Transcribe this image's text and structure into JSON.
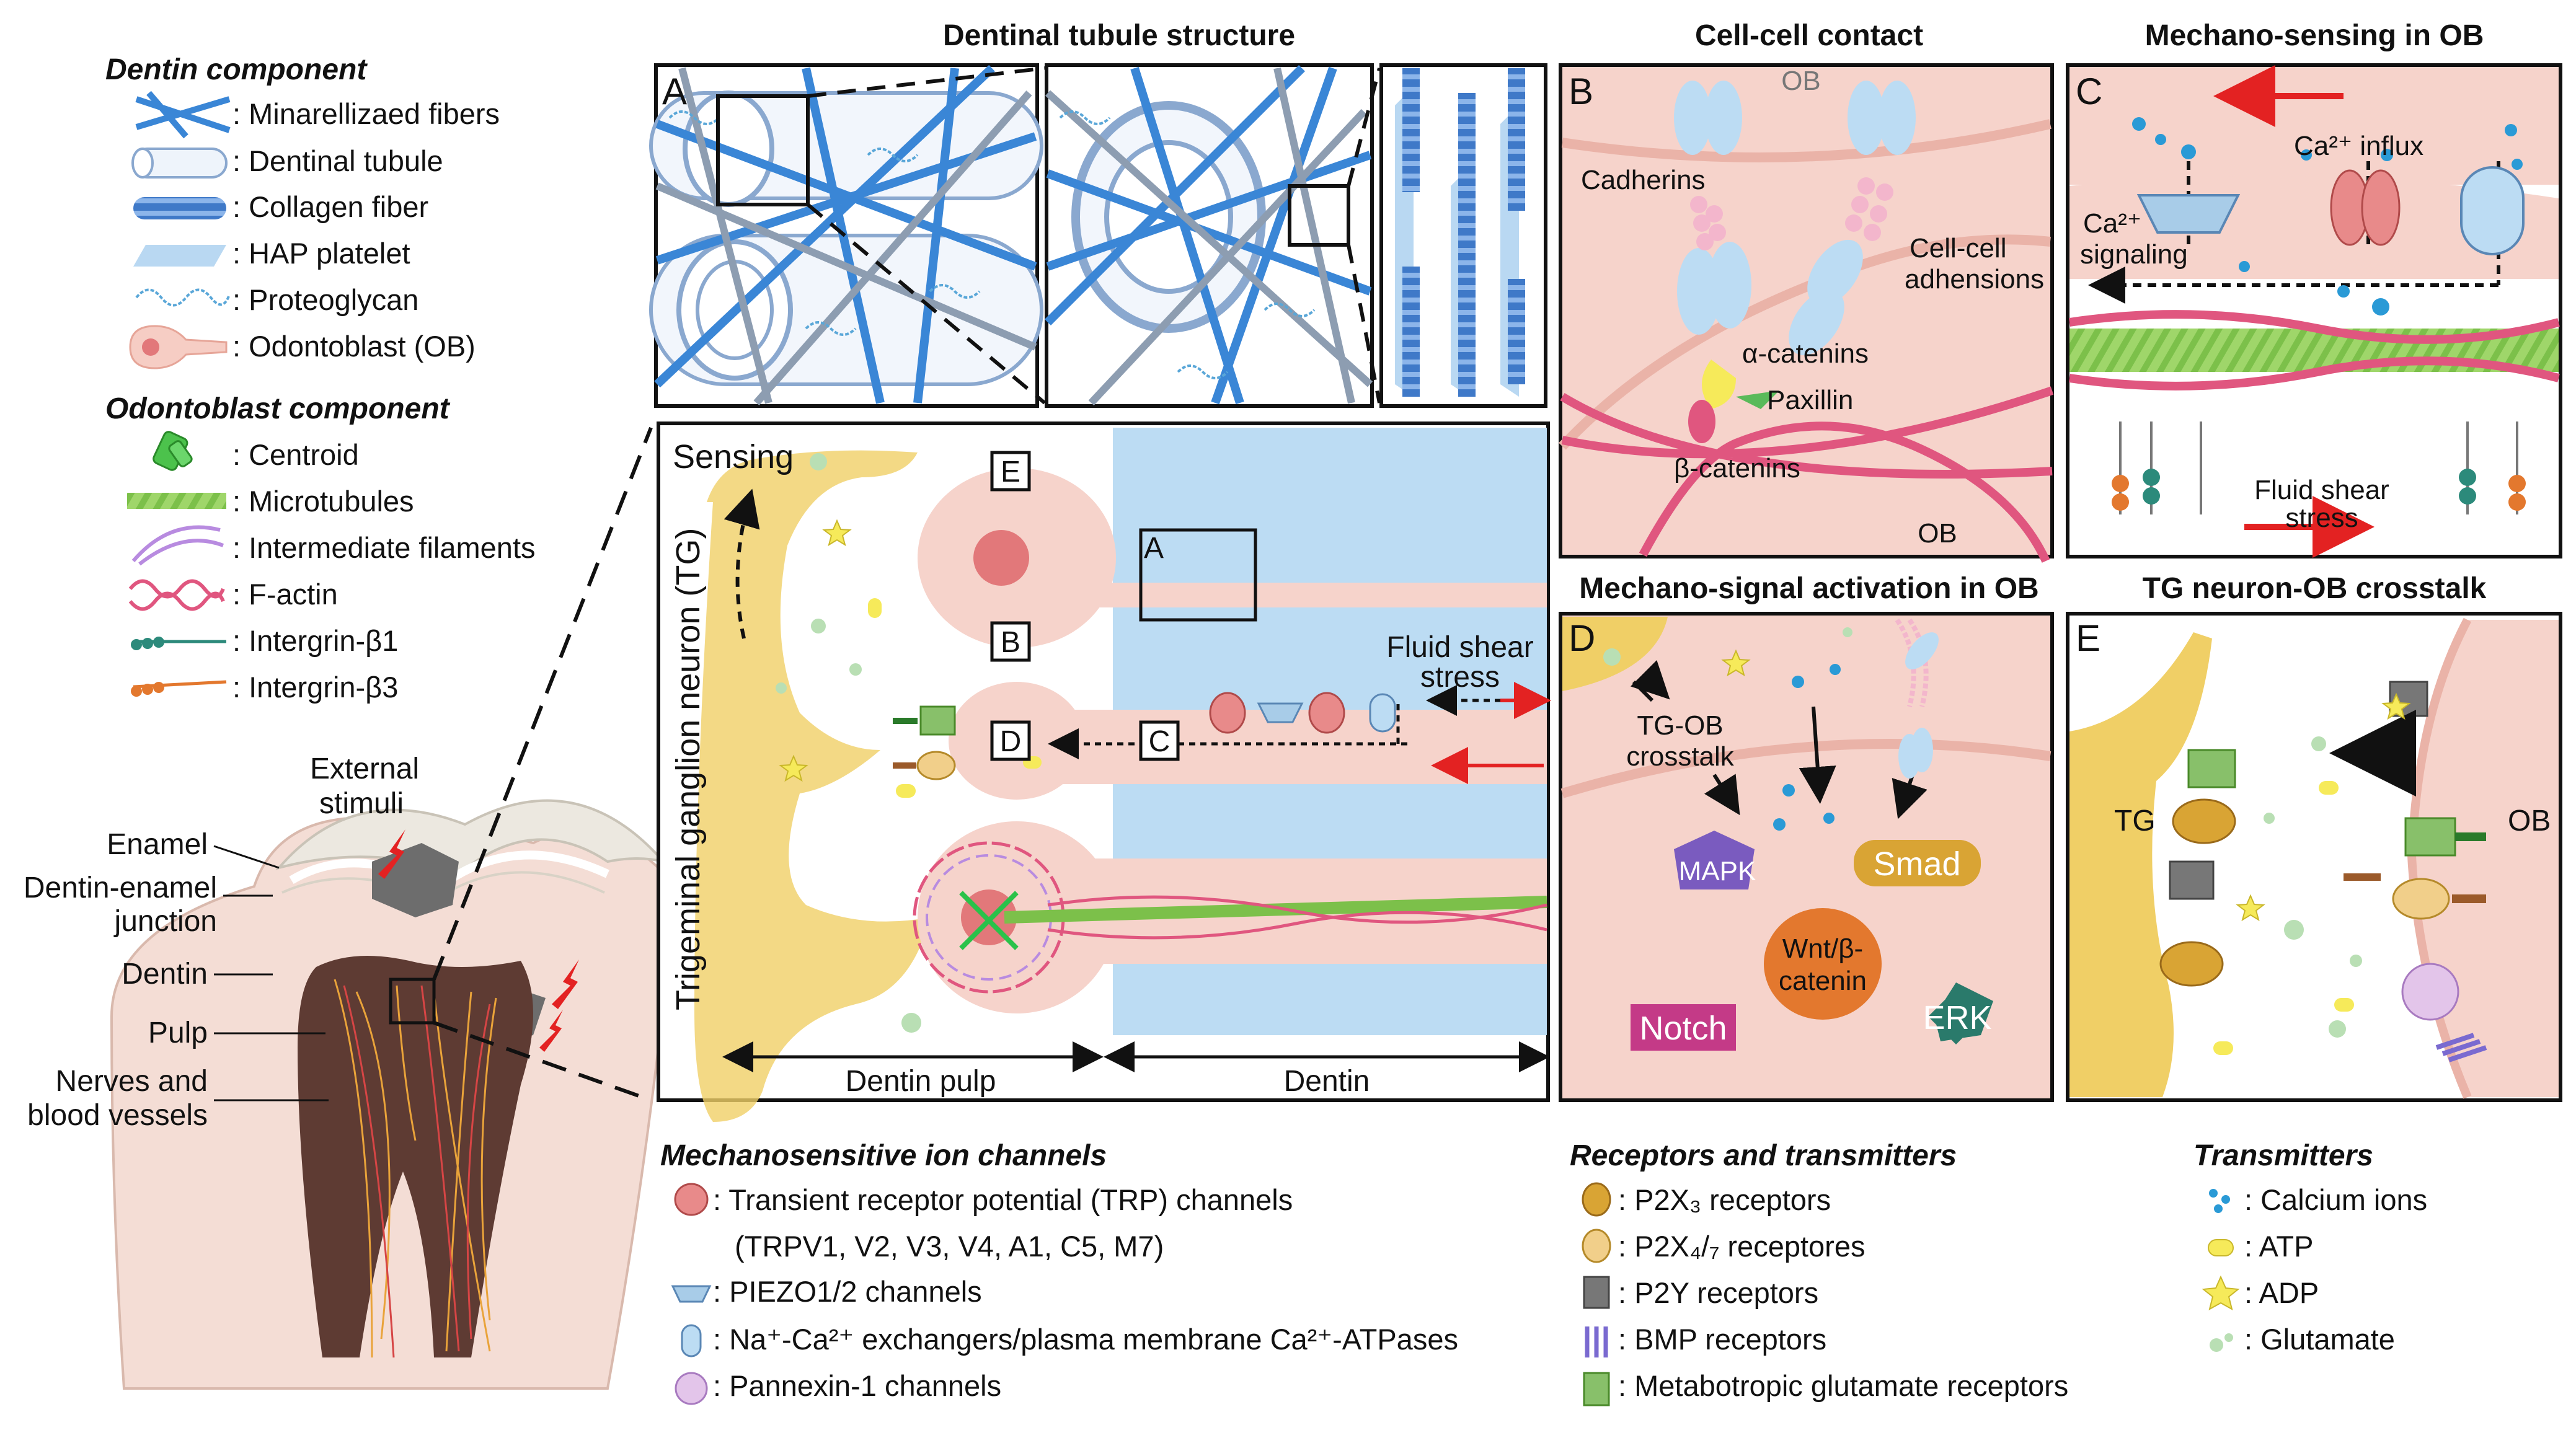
{
  "legend_dentin": {
    "title": "Dentin component",
    "items": [
      ": Minarellizaed fibers",
      ": Dentinal tubule",
      ": Collagen fiber",
      ": HAP platelet",
      ": Proteoglycan",
      ": Odontoblast (OB)"
    ]
  },
  "legend_odonto": {
    "title": "Odontoblast component",
    "items": [
      ": Centroid",
      ": Microtubules",
      ": Intermediate filaments",
      ": F-actin",
      ": Intergrin-β1",
      ": Intergrin-β3"
    ]
  },
  "tooth": {
    "external_stimuli": [
      "External",
      "stimuli"
    ],
    "labels": [
      "Enamel",
      "Dentin-enamel",
      "junction",
      "Dentin",
      "Pulp",
      "Nerves and",
      "blood vessels"
    ]
  },
  "panel_titles": {
    "tubule": "Dentinal tubule structure",
    "contact": "Cell-cell contact",
    "sensing": "Mechano-sensing in OB",
    "activation": "Mechano-signal activation in OB",
    "crosstalk": "TG neuron-OB crosstalk"
  },
  "panel_letters": {
    "a": "A",
    "b": "B",
    "c": "C",
    "d": "D",
    "e": "E"
  },
  "main_panel": {
    "sensing": "Sensing",
    "neuron": "Trigeminal ganglion neuron (TG)",
    "box_e": "E",
    "box_b": "B",
    "box_d": "D",
    "box_c": "C",
    "box_a": "A",
    "fluid": [
      "Fluid shear",
      "stress"
    ],
    "dentin_pulp": "Dentin pulp",
    "dentin": "Dentin"
  },
  "panel_b": {
    "ob_top": "OB",
    "ob_bottom": "OB",
    "cadherins": "Cadherins",
    "adhesion": [
      "Cell-cell",
      "adhensions"
    ],
    "alpha": "α-catenins",
    "paxillin": "Paxillin",
    "beta": "β-catenins"
  },
  "panel_c": {
    "influx": "Ca²⁺ influx",
    "signaling": [
      "Ca²⁺",
      "signaling"
    ],
    "fluid": [
      "Fluid shear",
      "stress"
    ]
  },
  "panel_d": {
    "crosstalk": [
      "TG-OB",
      "crosstalk"
    ],
    "mapk": "MAPK",
    "smad": "Smad",
    "wnt": [
      "Wnt/β-",
      "catenin"
    ],
    "notch": "Notch",
    "erk": "ERK"
  },
  "panel_e": {
    "tg": "TG",
    "ob": "OB"
  },
  "legend_channels": {
    "title": "Mechanosensitive  ion channels",
    "items": [
      ": Transient receptor potential (TRP) channels",
      "(TRPV1, V2, V3, V4, A1, C5, M7)",
      ": PIEZO1/2 channels",
      ": Na⁺-Ca²⁺ exchangers/plasma membrane Ca²⁺-ATPases",
      ": Pannexin-1 channels"
    ]
  },
  "legend_receptors": {
    "title": "Receptors and transmitters",
    "items": [
      ": P2X₃ receptors",
      ": P2X₄/₇ receptores",
      ": P2Y receptors",
      ": BMP receptors",
      ": Metabotropic glutamate receptors"
    ]
  },
  "legend_transmitters": {
    "title": "Transmitters",
    "items": [
      ": Calcium ions",
      ": ATP",
      ": ADP",
      ": Glutamate"
    ]
  },
  "colors": {
    "pink": "#f6d3cb",
    "blue_light": "#bcdcf3",
    "blue_fiber": "#3a86d6",
    "grey_fiber": "#8d9db1",
    "yellow": "#f0cf66",
    "red_arrow": "#e32222",
    "green": "#7cc04a"
  }
}
